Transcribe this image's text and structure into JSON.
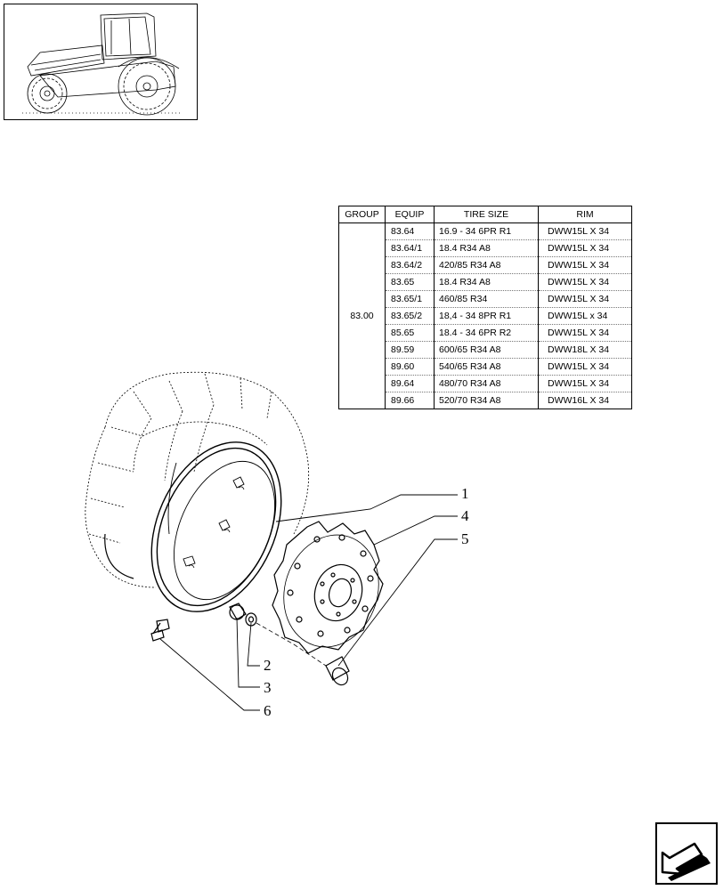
{
  "table": {
    "headers": [
      "GROUP",
      "EQUIP",
      "TIRE SIZE",
      "RIM"
    ],
    "group": "83.00",
    "rows": [
      {
        "equip": "83.64",
        "tire": "16.9 - 34 6PR R1",
        "rim": "DWW15L X 34"
      },
      {
        "equip": "83.64/1",
        "tire": "18.4 R34 A8",
        "rim": "DWW15L X 34"
      },
      {
        "equip": "83.64/2",
        "tire": "420/85 R34 A8",
        "rim": "DWW15L X 34"
      },
      {
        "equip": "83.65",
        "tire": "18.4 R34 A8",
        "rim": "DWW15L X 34"
      },
      {
        "equip": "83.65/1",
        "tire": "460/85 R34",
        "rim": "DWW15L X 34"
      },
      {
        "equip": "83.65/2",
        "tire": "18,4 - 34 8PR R1",
        "rim": "DWW15L x 34"
      },
      {
        "equip": "85.65",
        "tire": "18.4 - 34 6PR R2",
        "rim": "DWW15L X 34"
      },
      {
        "equip": "89.59",
        "tire": "600/65 R34 A8",
        "rim": "DWW18L X 34"
      },
      {
        "equip": "89.60",
        "tire": "540/65 R34 A8",
        "rim": "DWW15L X 34"
      },
      {
        "equip": "89.64",
        "tire": "480/70 R34 A8",
        "rim": "DWW15L X 34"
      },
      {
        "equip": "89.66",
        "tire": "520/70 R34 A8",
        "rim": "DWW16L X 34"
      }
    ]
  },
  "callouts": {
    "c1": "1",
    "c2": "2",
    "c3": "3",
    "c4": "4",
    "c5": "5",
    "c6": "6"
  },
  "icons": {
    "thumbnail": "tractor-thumbnail-icon",
    "nav": "next-page-arrow-icon"
  }
}
